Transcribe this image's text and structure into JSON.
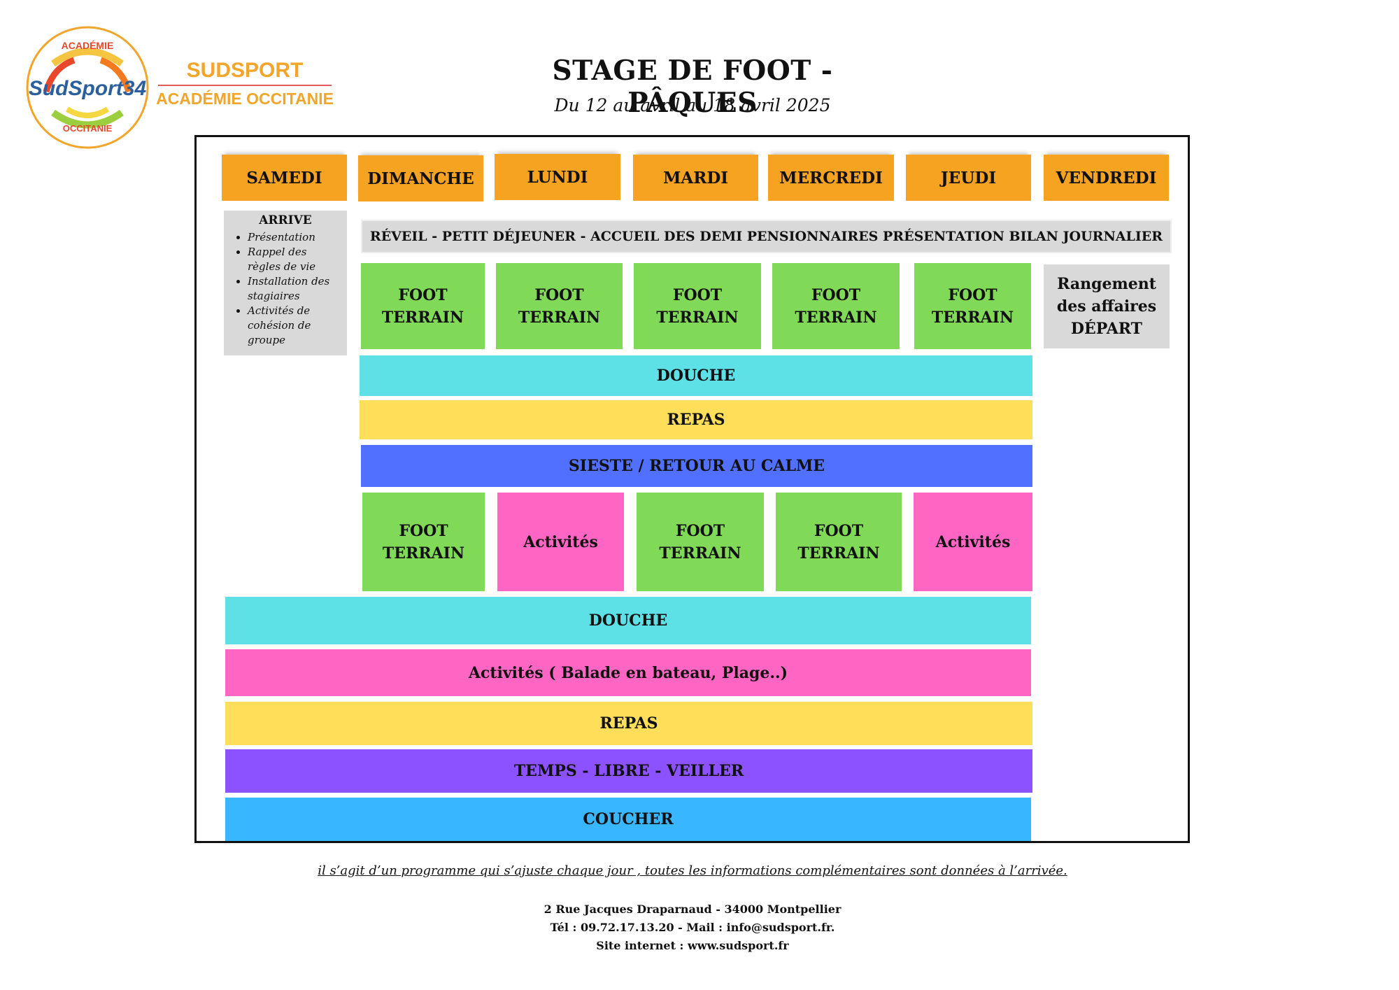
{
  "logo": {
    "top_text": "ACADÉMIE",
    "main_text": "SudSport34",
    "bottom_text": "OCCITANIE"
  },
  "brand": {
    "name": "SUDSPORT",
    "subtitle": "ACADÉMIE OCCITANIE",
    "accent_color": "#f2a52b"
  },
  "header": {
    "title": "STAGE DE FOOT - PÂQUES",
    "subtitle": "Du 12 au avril au 18 avril 2025"
  },
  "days": [
    "SAMEDI",
    "DIMANCHE",
    "LUNDI",
    "MARDI",
    "MERCREDI",
    "JEUDI",
    "VENDREDI"
  ],
  "arrive": {
    "title": "ARRIVE",
    "items": [
      "Présentation",
      "Rappel des règles de vie",
      "Installation des stagiaires",
      "Activités de cohésion de groupe"
    ]
  },
  "schedule": {
    "wake": "RÉVEIL - PETIT DÉJEUNER - ACCUEIL DES DEMI PENSIONNAIRES PRÉSENTATION BILAN JOURNALIER",
    "morning": [
      {
        "line1": "FOOT",
        "line2": "TERRAIN"
      },
      {
        "line1": "FOOT",
        "line2": "TERRAIN"
      },
      {
        "line1": "FOOT",
        "line2": "TERRAIN"
      },
      {
        "line1": "FOOT",
        "line2": "TERRAIN"
      },
      {
        "line1": "FOOT",
        "line2": "TERRAIN"
      }
    ],
    "rangement": {
      "line1": "Rangement",
      "line2": "des affaires",
      "line3": "DÉPART"
    },
    "douche1": "DOUCHE",
    "repas1": "REPAS",
    "sieste": "SIESTE / RETOUR AU CALME",
    "afternoon": [
      {
        "line1": "FOOT",
        "line2": "TERRAIN"
      },
      {
        "line1": "Activités",
        "line2": ""
      },
      {
        "line1": "FOOT",
        "line2": "TERRAIN"
      },
      {
        "line1": "FOOT",
        "line2": "TERRAIN"
      },
      {
        "line1": "Activités",
        "line2": ""
      }
    ],
    "douche2": "DOUCHE",
    "activites_soir": "Activités ( Balade en bateau, Plage..)",
    "repas2": "REPAS",
    "temps_libre": "TEMPS - LIBRE - VEILLER",
    "coucher": "COUCHER"
  },
  "footer": {
    "note": "il s’agit d’un programme qui s’ajuste chaque jour , toutes les informations complémentaires sont données à l’arrivée.",
    "address": "2 Rue Jacques Draparnaud - 34000 Montpellier",
    "contact": "Tél : 09.72.17.13.20 - Mail : info@sudsport.fr.",
    "website": "Site internet : www.sudsport.fr"
  },
  "colors": {
    "day_header": "#f5a321",
    "foot": "#80d957",
    "activites": "#ff66c4",
    "douche": "#5de0e6",
    "repas": "#ffde59",
    "sieste": "#5170ff",
    "temps_libre": "#8c52ff",
    "coucher": "#38b6ff",
    "info": "#d9d9d9"
  }
}
